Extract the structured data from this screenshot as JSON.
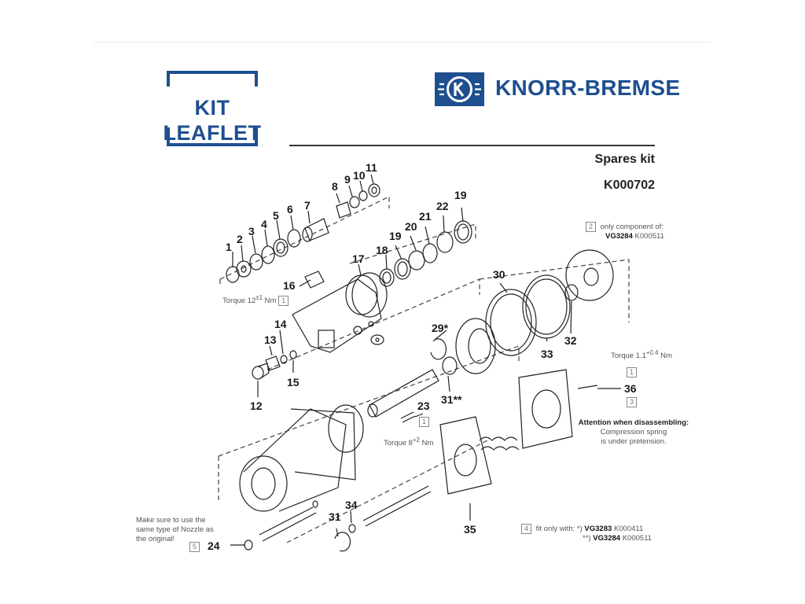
{
  "header": {
    "kit_leaflet": "KIT LEAFLET",
    "brand": "KNORR-BREMSE",
    "title": "Spares kit",
    "kit_number": "K000702"
  },
  "parts": [
    "1",
    "2",
    "3",
    "4",
    "5",
    "6",
    "7",
    "8",
    "9",
    "10",
    "11",
    "12",
    "13",
    "14",
    "15",
    "16",
    "17",
    "18",
    "19",
    "19",
    "20",
    "21",
    "22",
    "23",
    "24",
    "29*",
    "30",
    "31**",
    "31",
    "32",
    "33",
    "34",
    "35",
    "36"
  ],
  "notes": {
    "torque_16": {
      "text": "Torque 12",
      "sup": "±1",
      "unit": "Nm",
      "ref": "1"
    },
    "torque_23": {
      "text": "Torque 8",
      "sup": "+2",
      "unit": "Nm",
      "ref": "1"
    },
    "torque_36": {
      "text": "Torque 1.1",
      "sup": "+0.4",
      "unit": "Nm",
      "ref": "1"
    },
    "only_component": {
      "ref": "2",
      "text": "only component of:",
      "code": "VG3284",
      "kit": "K000511"
    },
    "attention": {
      "ref": "3",
      "title": "Attention when disassembling:",
      "line1": "Compression spring",
      "line2": "is under pretension."
    },
    "fit_only": {
      "ref": "4",
      "text": "fit only with: *)",
      "code1": "VG3283",
      "kit1": "K000411",
      "prefix2": "**)",
      "code2": "VG3284",
      "kit2": "K000511"
    },
    "nozzle": {
      "ref": "5",
      "line1": "Make sure to use the",
      "line2": "same type of Nozzle as",
      "line3": "the original!"
    }
  },
  "colors": {
    "brand_blue": "#1e4f8f",
    "line": "#333333",
    "note_grey": "#555555"
  }
}
